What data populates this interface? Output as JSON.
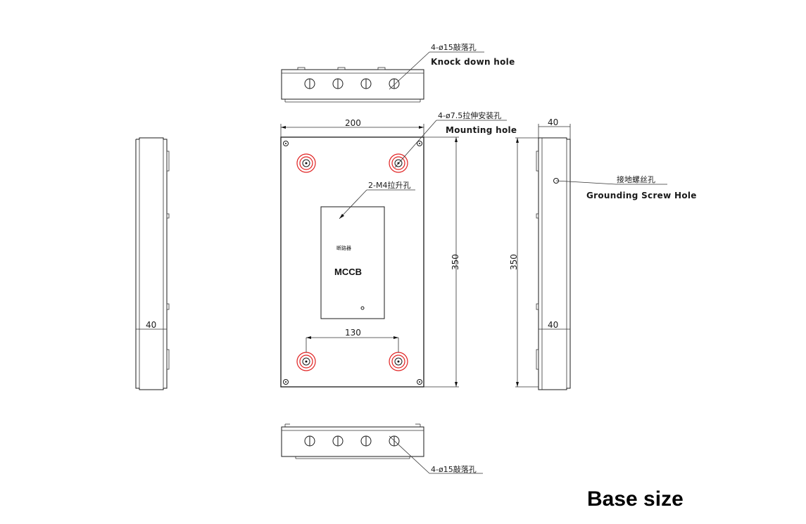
{
  "title": "Base size",
  "dimensions": {
    "width_front": "200",
    "height_front": "350",
    "hole_spacing": "130",
    "depth_top_right": "40",
    "depth_bottom_right": "40",
    "depth_left": "40",
    "height_side": "350"
  },
  "annotations": {
    "knock_top_cn": "4-ø15敲落孔",
    "knock_top_en": "Knock down hole",
    "mount_cn": "4-ø7.5拉伸安装孔",
    "mount_en": "Mounting hole",
    "m4_cn": "2-M4拉升孔",
    "ground_cn": "接地螺丝孔",
    "ground_en": "Grounding Screw Hole",
    "knock_bottom_cn": "4-ø15敲落孔"
  },
  "mccb": {
    "label": "MCCB",
    "label_cn": "断路器"
  },
  "colors": {
    "line": "#1a1a1a",
    "mounting_rings": "#e02020"
  }
}
